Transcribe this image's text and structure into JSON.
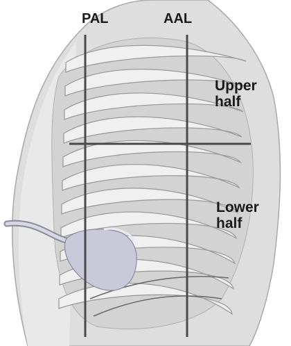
{
  "labels": {
    "pal": "PAL",
    "aal": "AAL",
    "upper_line1": "Upper",
    "upper_line2": "half",
    "lower_line1": "Lower",
    "lower_line2": "half"
  },
  "colors": {
    "guide_line": "#4a4a4a",
    "rib_fill": "#f2f2f2",
    "rib_stroke": "#9a9a9a",
    "skin": "#dcdcdc",
    "probe": "#c8c8d8"
  }
}
